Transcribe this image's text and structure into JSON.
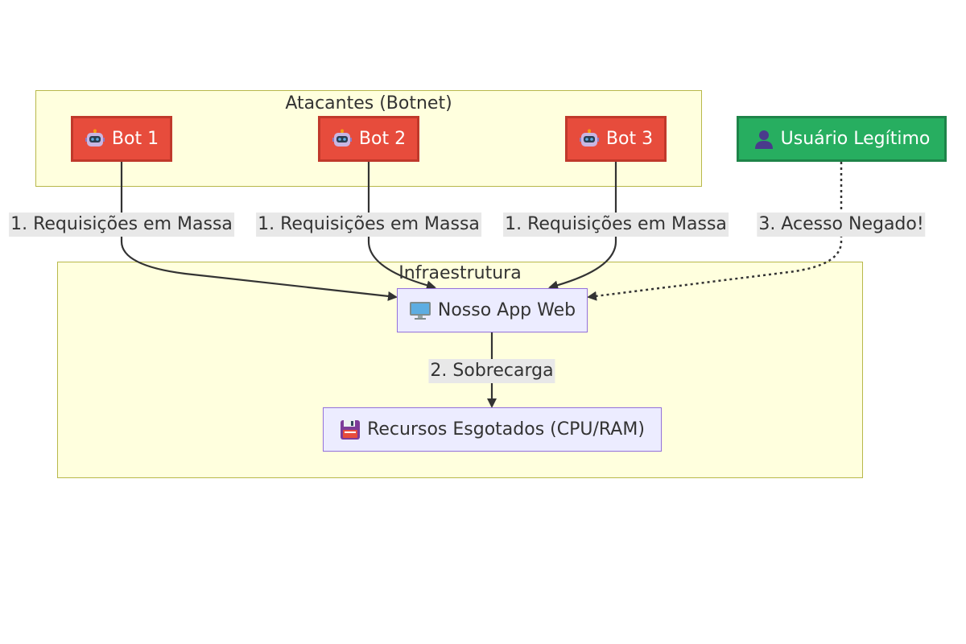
{
  "clusters": {
    "attackers": {
      "title": "Atacantes (Botnet)"
    },
    "infra": {
      "title": "Infraestrutura"
    }
  },
  "nodes": {
    "bot1": {
      "label": "Bot 1",
      "icon": "robot-icon"
    },
    "bot2": {
      "label": "Bot 2",
      "icon": "robot-icon"
    },
    "bot3": {
      "label": "Bot 3",
      "icon": "robot-icon"
    },
    "user": {
      "label": "Usuário Legítimo",
      "icon": "user-icon"
    },
    "app": {
      "label": "Nosso App Web",
      "icon": "monitor-icon"
    },
    "resources": {
      "label": "Recursos Esgotados (CPU/RAM)",
      "icon": "floppy-disk-icon"
    }
  },
  "edges": {
    "bot1_app": "1. Requisições em Massa",
    "bot2_app": "1. Requisições em Massa",
    "bot3_app": "1. Requisições em Massa",
    "app_resources": "2. Sobrecarga",
    "user_app": "3. Acesso Negado!"
  },
  "colors": {
    "bot_fill": "#e74c3c",
    "user_fill": "#27ae60",
    "node_fill": "#ececff",
    "cluster_fill": "#ffffde"
  }
}
